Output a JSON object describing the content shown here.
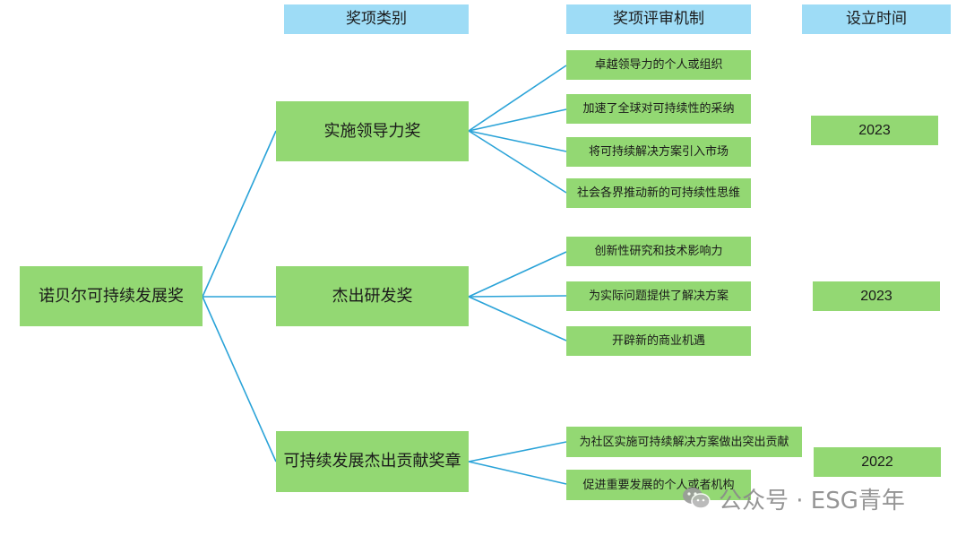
{
  "headers": {
    "category": "奖项类别",
    "criteria": "奖项评审机制",
    "year": "设立时间"
  },
  "root": {
    "label": "诺贝尔可持续发展奖"
  },
  "awards": [
    {
      "name": "实施领导力奖",
      "criteria": [
        "卓越领导力的个人或组织",
        "加速了全球对可持续性的采纳",
        "将可持续解决方案引入市场",
        "社会各界推动新的可持续性思维"
      ],
      "year": "2023"
    },
    {
      "name": "杰出研发奖",
      "criteria": [
        "创新性研究和技术影响力",
        "为实际问题提供了解决方案",
        "开辟新的商业机遇"
      ],
      "year": "2023"
    },
    {
      "name": "可持续发展杰出贡献奖章",
      "criteria": [
        "为社区实施可持续解决方案做出突出贡献",
        "促进重要发展的个人或者机构"
      ],
      "year": "2022"
    }
  ],
  "watermark": {
    "text": "公众号 · ESG青年",
    "icon": "wechat-icon"
  },
  "colors": {
    "header_fill": "#9edcf6",
    "node_fill": "#93d873",
    "connector": "#2aa3d8",
    "text": "#1a1a1a"
  }
}
